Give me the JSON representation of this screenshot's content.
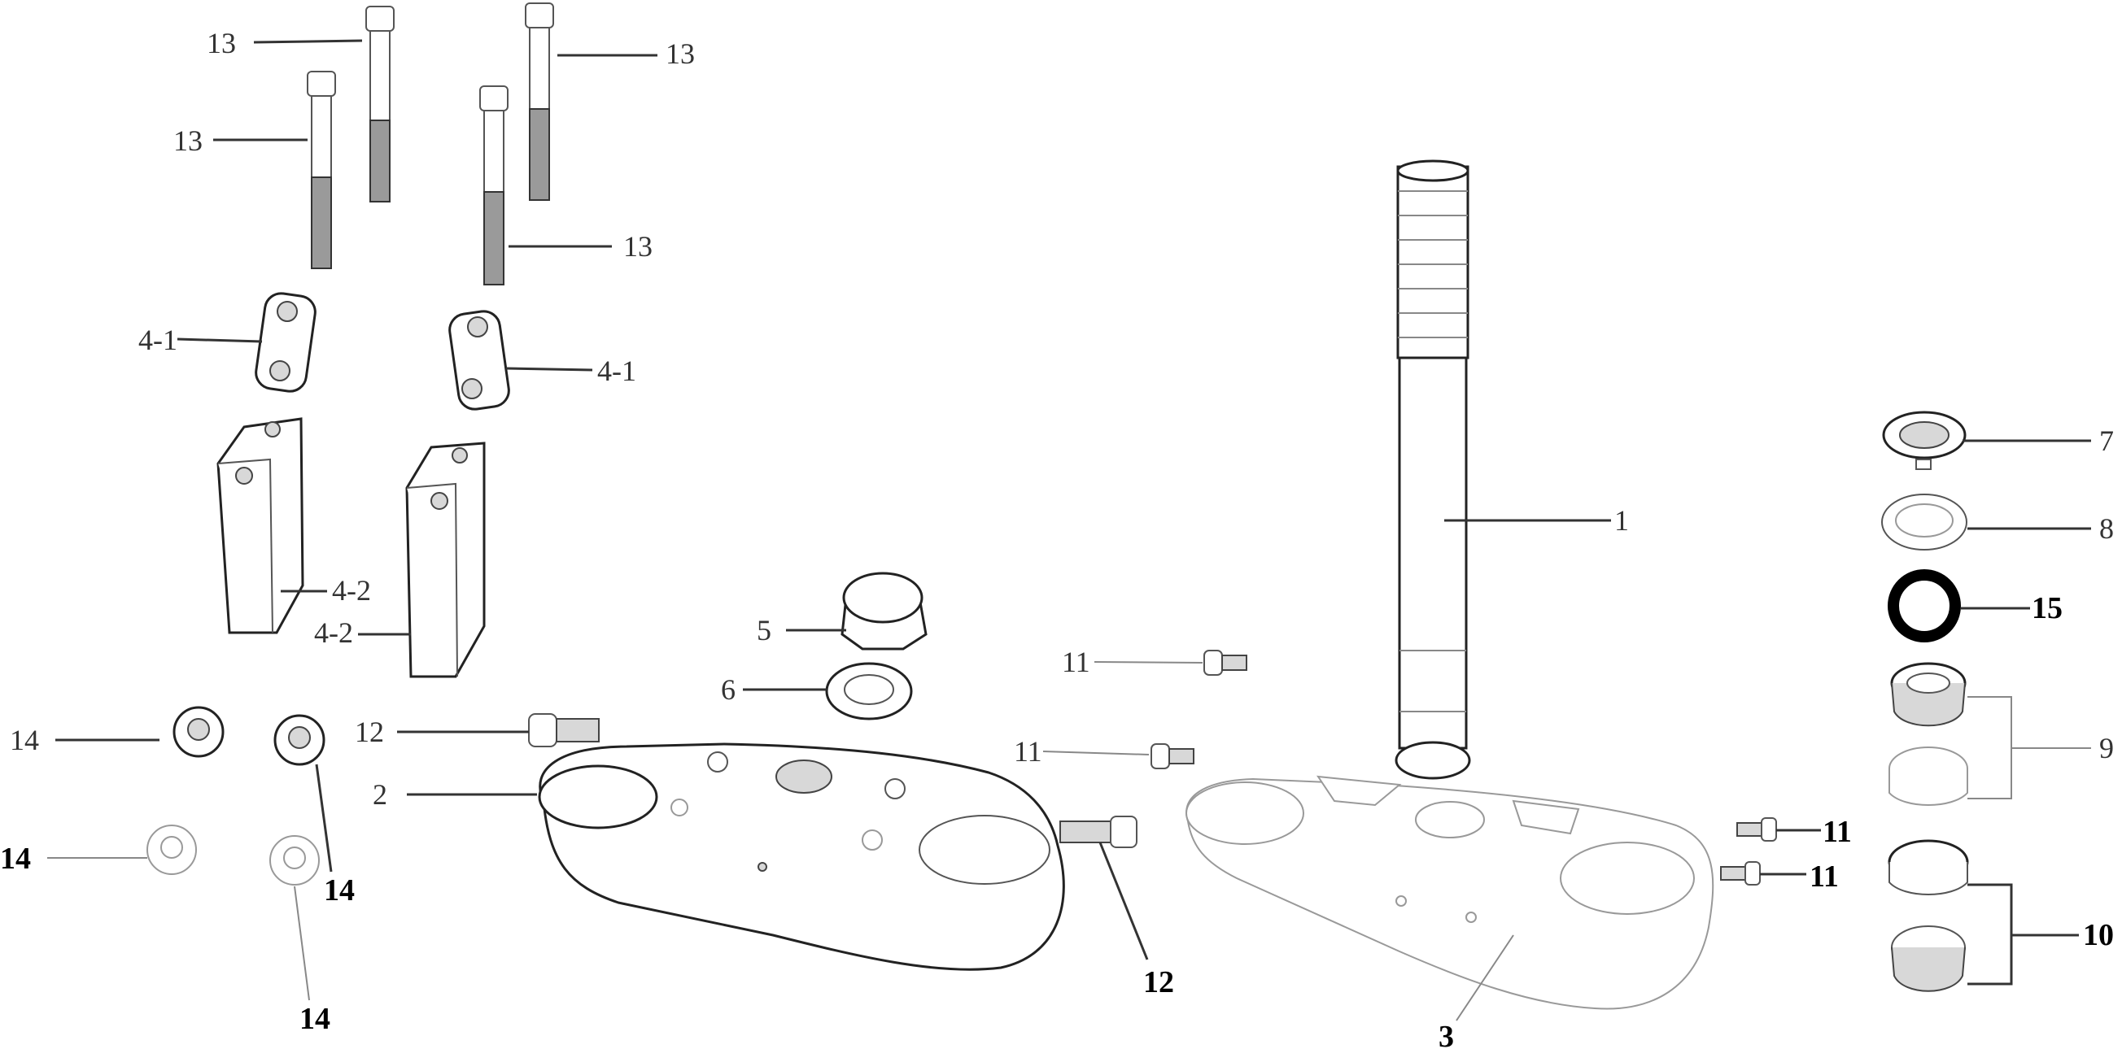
{
  "labels": {
    "l13a": "13",
    "l13b": "13",
    "l13c": "13",
    "l13d": "13",
    "l41a": "4-1",
    "l41b": "4-1",
    "l42a": "4-2",
    "l42b": "4-2",
    "l14a": "14",
    "l14b": "14",
    "l14c": "14",
    "l14d": "14",
    "l12a": "12",
    "l12b": "12",
    "l2": "2",
    "l5": "5",
    "l6": "6",
    "l11a": "11",
    "l11b": "11",
    "l11c": "11",
    "l11d": "11",
    "l1": "1",
    "l3": "3",
    "l7": "7",
    "l8": "8",
    "l15": "15",
    "l9": "9",
    "l10": "10"
  }
}
